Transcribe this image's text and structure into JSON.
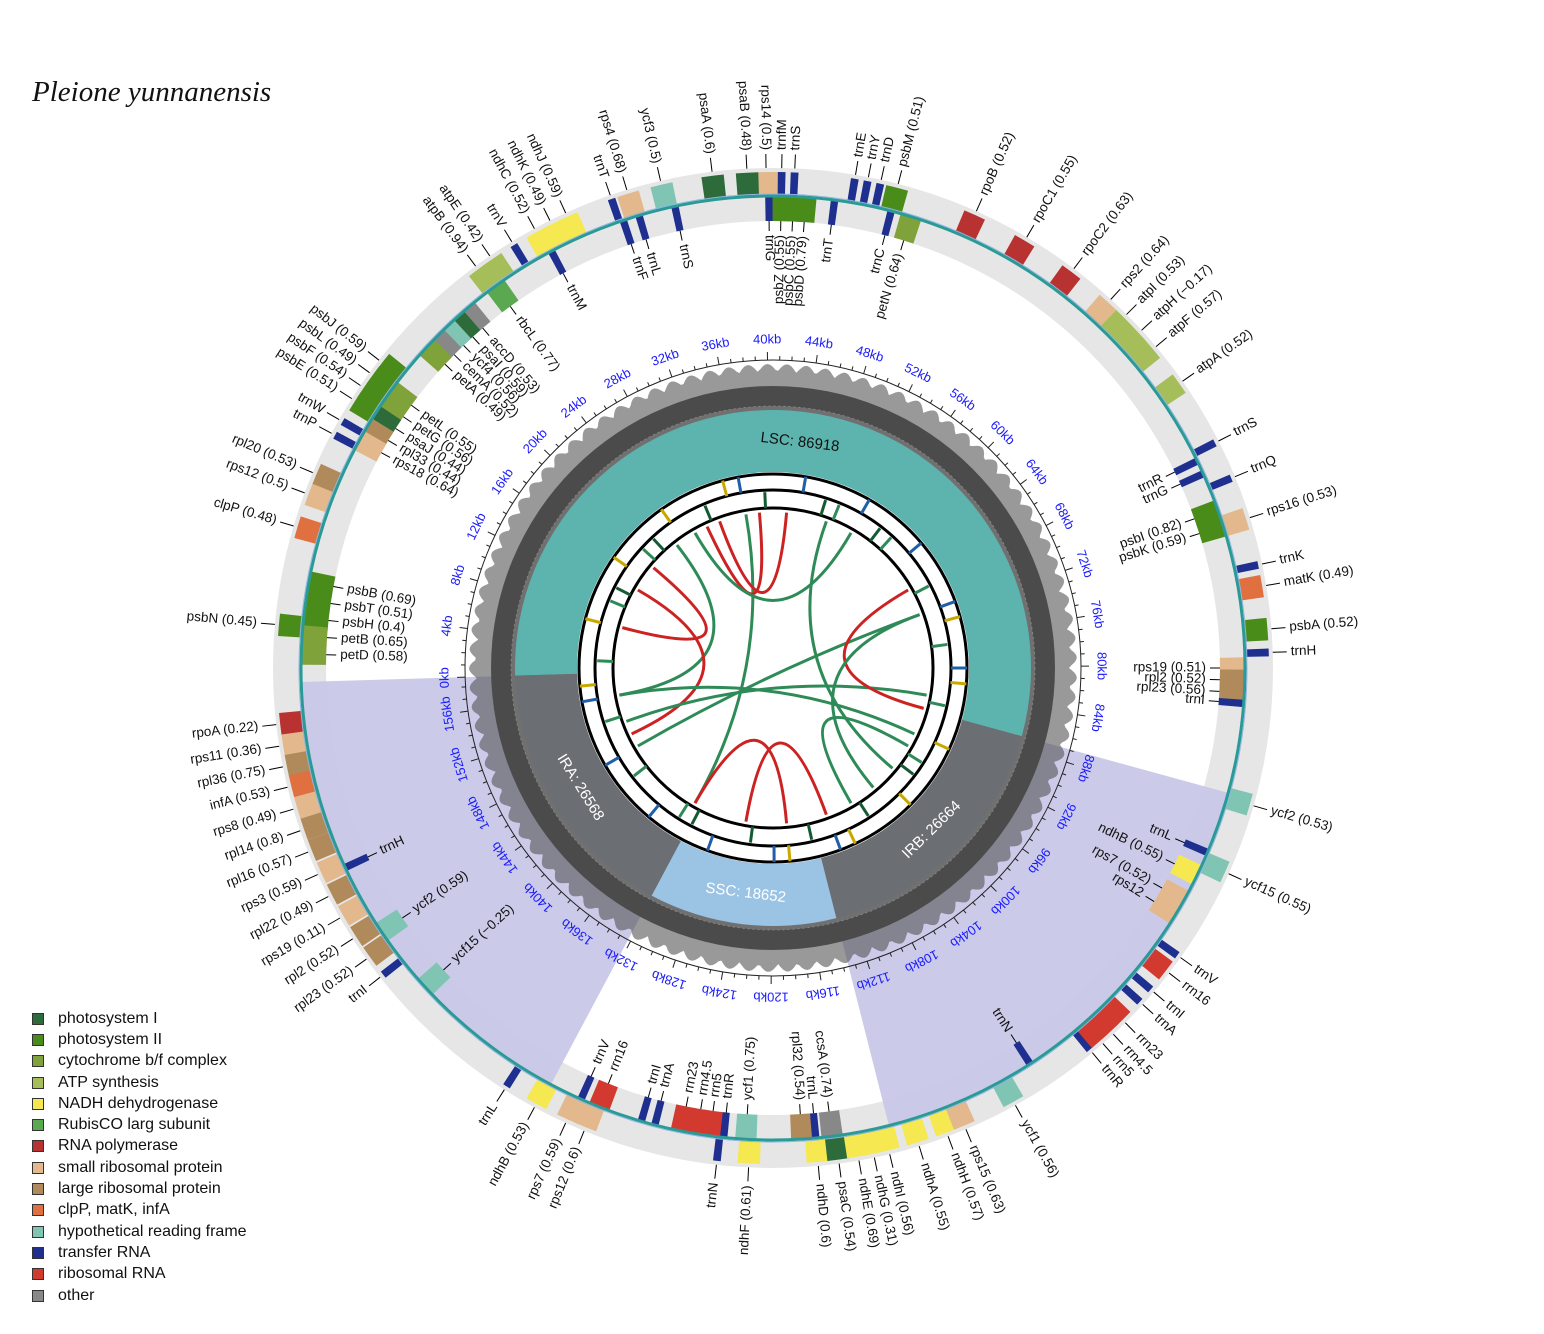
{
  "title": "Pleione yunnanensis",
  "genome_length_bp": 158802,
  "regions": [
    {
      "label": "LSC: 86918",
      "start": 0,
      "end": 86918,
      "color": "#5db3ad"
    },
    {
      "label": "IRB: 26664",
      "start": 86918,
      "end": 113582,
      "color": "#6b6f73"
    },
    {
      "label": "SSC: 18652",
      "start": 113582,
      "end": 132234,
      "color": "#9bc3e3"
    },
    {
      "label": "IRA: 26568",
      "start": 132234,
      "end": 158802,
      "color": "#6b6f73"
    }
  ],
  "tick_labels": [
    "0kb",
    "4kb",
    "8kb",
    "12kb",
    "16kb",
    "20kb",
    "24kb",
    "28kb",
    "32kb",
    "36kb",
    "40kb",
    "44kb",
    "48kb",
    "52kb",
    "56kb",
    "60kb",
    "64kb",
    "68kb",
    "72kb",
    "76kb",
    "80kb",
    "84kb",
    "88kb",
    "92kb",
    "96kb",
    "100kb",
    "104kb",
    "108kb",
    "112kb",
    "116kb",
    "120kb",
    "124kb",
    "128kb",
    "132kb",
    "136kb",
    "140kb",
    "144kb",
    "148kb",
    "152kb",
    "156kb"
  ],
  "legend": [
    {
      "label": "photosystem I",
      "color": "#2d6b3a"
    },
    {
      "label": "photosystem II",
      "color": "#4a8c1a"
    },
    {
      "label": "cytochrome b/f complex",
      "color": "#7fa33a"
    },
    {
      "label": "ATP synthesis",
      "color": "#a6be5a"
    },
    {
      "label": "NADH dehydrogenase",
      "color": "#f5e850"
    },
    {
      "label": "RubisCO larg subunit",
      "color": "#5aa850"
    },
    {
      "label": "RNA polymerase",
      "color": "#b83232"
    },
    {
      "label": "small ribosomal protein",
      "color": "#e3b88d"
    },
    {
      "label": "large ribosomal protein",
      "color": "#b08a5a"
    },
    {
      "label": "clpP, matK, infA",
      "color": "#e07040"
    },
    {
      "label": "hypothetical reading frame",
      "color": "#80c4b4"
    },
    {
      "label": "transfer RNA",
      "color": "#1f2f8f"
    },
    {
      "label": "ribosomal RNA",
      "color": "#d23a30"
    },
    {
      "label": "other",
      "color": "#888888"
    }
  ],
  "gene_labels": [
    {
      "text": "rps19 (0.51)",
      "angle": 0,
      "side": "in"
    },
    {
      "text": "rpl2 (0.52)",
      "angle": 1.5,
      "side": "in"
    },
    {
      "text": "rpl23 (0.56)",
      "angle": 3,
      "side": "in"
    },
    {
      "text": "trnI",
      "angle": 4.3,
      "side": "in"
    },
    {
      "text": "trnH",
      "angle": -1.8,
      "side": "out"
    },
    {
      "text": "psbA (0.52)",
      "angle": -4.5,
      "side": "out"
    },
    {
      "text": "matK (0.49)",
      "angle": -9.5,
      "side": "out"
    },
    {
      "text": "trnK",
      "angle": -12,
      "side": "out"
    },
    {
      "text": "rps16 (0.53)",
      "angle": -17.5,
      "side": "out"
    },
    {
      "text": "trnQ",
      "angle": -22.5,
      "side": "out"
    },
    {
      "text": "trnS",
      "angle": -27,
      "side": "out"
    },
    {
      "text": "psbK (0.59)",
      "angle": -17.5,
      "side": "in"
    },
    {
      "text": "psbI (0.82)",
      "angle": -19.5,
      "side": "in"
    },
    {
      "text": "trnG",
      "angle": -24.3,
      "side": "in"
    },
    {
      "text": "trnR",
      "angle": -26,
      "side": "in"
    },
    {
      "text": "atpA (0.52)",
      "angle": -35,
      "side": "out"
    },
    {
      "text": "atpF (0.57)",
      "angle": -40,
      "side": "out"
    },
    {
      "text": "atpH (−0.17)",
      "angle": -42.5,
      "side": "out"
    },
    {
      "text": "atpI (0.53)",
      "angle": -45,
      "side": "out"
    },
    {
      "text": "rps2 (0.64)",
      "angle": -47.5,
      "side": "out"
    },
    {
      "text": "rpoC2 (0.63)",
      "angle": -53,
      "side": "out"
    },
    {
      "text": "rpoC1 (0.55)",
      "angle": -59.5,
      "side": "out"
    },
    {
      "text": "rpoB (0.52)",
      "angle": -66,
      "side": "out"
    },
    {
      "text": "psbM (0.51)",
      "angle": -75.5,
      "side": "out"
    },
    {
      "text": "trnD",
      "angle": -77.5,
      "side": "out"
    },
    {
      "text": "trnY",
      "angle": -79,
      "side": "out"
    },
    {
      "text": "trnE",
      "angle": -80.5,
      "side": "out"
    },
    {
      "text": "trnC",
      "angle": -75.5,
      "side": "in"
    },
    {
      "text": "petN (0.64)",
      "angle": -73,
      "side": "in"
    },
    {
      "text": "trnT",
      "angle": -82.5,
      "side": "in"
    },
    {
      "text": "psbD (0.79)",
      "angle": -86,
      "side": "in"
    },
    {
      "text": "psbC (0.55)",
      "angle": -87.5,
      "side": "in"
    },
    {
      "text": "psbZ (0.55)",
      "angle": -89,
      "side": "in"
    },
    {
      "text": "trnG",
      "angle": -90.5,
      "side": "in"
    },
    {
      "text": "trnS",
      "angle": -87.5,
      "side": "out"
    },
    {
      "text": "trnfM",
      "angle": -89,
      "side": "out"
    },
    {
      "text": "rps14 (0.5)",
      "angle": -90.8,
      "side": "out"
    },
    {
      "text": "psaB (0.48)",
      "angle": -93,
      "side": "out"
    },
    {
      "text": "psaA (0.6)",
      "angle": -97,
      "side": "out"
    },
    {
      "text": "ycf3 (0.5)",
      "angle": -103,
      "side": "out"
    },
    {
      "text": "rps4 (0.68)",
      "angle": -107,
      "side": "out"
    },
    {
      "text": "trnT",
      "angle": -109,
      "side": "out"
    },
    {
      "text": "trnS",
      "angle": -102,
      "side": "in"
    },
    {
      "text": "trnL",
      "angle": -106.5,
      "side": "in"
    },
    {
      "text": "trnF",
      "angle": -108.5,
      "side": "in"
    },
    {
      "text": "ndhJ (0.59)",
      "angle": -114.5,
      "side": "out"
    },
    {
      "text": "ndhK (0.49)",
      "angle": -116.5,
      "side": "out"
    },
    {
      "text": "ndhC (0.52)",
      "angle": -118.5,
      "side": "out"
    },
    {
      "text": "trnV",
      "angle": -121.5,
      "side": "out"
    },
    {
      "text": "atpE (0.42)",
      "angle": -124.5,
      "side": "out"
    },
    {
      "text": "atpB (0.94)",
      "angle": -126.5,
      "side": "out"
    },
    {
      "text": "trnM",
      "angle": -118,
      "side": "in"
    },
    {
      "text": "rbcL (0.77)",
      "angle": -126,
      "side": "in"
    },
    {
      "text": "accD (0.53)",
      "angle": -130.5,
      "side": "in"
    },
    {
      "text": "psaI (0.59)",
      "angle": -132.2,
      "side": "in"
    },
    {
      "text": "ycf4 (0.56)",
      "angle": -133.8,
      "side": "in"
    },
    {
      "text": "cemA (0.52)",
      "angle": -135.5,
      "side": "in"
    },
    {
      "text": "petA (0.49)",
      "angle": -137.2,
      "side": "in"
    },
    {
      "text": "psbJ (0.59)",
      "angle": -142,
      "side": "out"
    },
    {
      "text": "psbL (0.49)",
      "angle": -143.8,
      "side": "out"
    },
    {
      "text": "psbF (0.54)",
      "angle": -145.6,
      "side": "out"
    },
    {
      "text": "psbE (0.51)",
      "angle": -147.4,
      "side": "out"
    },
    {
      "text": "trnW",
      "angle": -150.2,
      "side": "out"
    },
    {
      "text": "trnP",
      "angle": -152,
      "side": "out"
    },
    {
      "text": "petL (0.55)",
      "angle": -144,
      "side": "in"
    },
    {
      "text": "petG (0.56)",
      "angle": -145.8,
      "side": "in"
    },
    {
      "text": "psaJ (0.44)",
      "angle": -147.6,
      "side": "in"
    },
    {
      "text": "rpl33 (0.44)",
      "angle": -149.4,
      "side": "in"
    },
    {
      "text": "rps18 (0.64)",
      "angle": -151.2,
      "side": "in"
    },
    {
      "text": "rpl20 (0.53)",
      "angle": -157,
      "side": "out"
    },
    {
      "text": "rps12 (0.5)",
      "angle": -159.5,
      "side": "out"
    },
    {
      "text": "clpP (0.48)",
      "angle": -163.5,
      "side": "out"
    },
    {
      "text": "psbN (0.45)",
      "angle": -175,
      "side": "out"
    },
    {
      "text": "psbB (0.69)",
      "angle": -169.5,
      "side": "in"
    },
    {
      "text": "psbT (0.51)",
      "angle": -171.7,
      "side": "in"
    },
    {
      "text": "psbH (0.4)",
      "angle": -173.9,
      "side": "in"
    },
    {
      "text": "petB (0.65)",
      "angle": -176.1,
      "side": "in"
    },
    {
      "text": "petD (0.58)",
      "angle": -178.3,
      "side": "in"
    },
    {
      "text": "rpoA (0.22)",
      "angle": 173.5,
      "side": "out"
    },
    {
      "text": "rps11 (0.36)",
      "angle": 171,
      "side": "out"
    },
    {
      "text": "rpl36 (0.75)",
      "angle": 168.6,
      "side": "out"
    },
    {
      "text": "infA (0.53)",
      "angle": 166.2,
      "side": "out"
    },
    {
      "text": "rps8 (0.49)",
      "angle": 163.6,
      "side": "out"
    },
    {
      "text": "rpl14 (0.8)",
      "angle": 161,
      "side": "out"
    },
    {
      "text": "rpl16 (0.57)",
      "angle": 158.4,
      "side": "out"
    },
    {
      "text": "rps3 (0.59)",
      "angle": 155.6,
      "side": "out"
    },
    {
      "text": "rpl22 (0.49)",
      "angle": 152.8,
      "side": "out"
    },
    {
      "text": "rps19 (0.11)",
      "angle": 150,
      "side": "out"
    },
    {
      "text": "rpl2 (0.52)",
      "angle": 147.2,
      "side": "out"
    },
    {
      "text": "rpl23 (0.52)",
      "angle": 144.4,
      "side": "out"
    },
    {
      "text": "trnI",
      "angle": 141.8,
      "side": "out"
    },
    {
      "text": "trnH",
      "angle": 155,
      "side": "in"
    },
    {
      "text": "ycf2 (0.59)",
      "angle": 146,
      "side": "in"
    },
    {
      "text": "ycf15 (−0.25)",
      "angle": 137.5,
      "side": "in"
    },
    {
      "text": "trnL",
      "angle": 122.5,
      "side": "out"
    },
    {
      "text": "ndhB (0.53)",
      "angle": 118.5,
      "side": "out"
    },
    {
      "text": "rps7 (0.59)",
      "angle": 114.5,
      "side": "out"
    },
    {
      "text": "rps12 (0.6)",
      "angle": 112.2,
      "side": "out"
    },
    {
      "text": "trnV",
      "angle": 114,
      "side": "in"
    },
    {
      "text": "rrn16",
      "angle": 111.6,
      "side": "in"
    },
    {
      "text": "trnI",
      "angle": 106.2,
      "side": "in"
    },
    {
      "text": "trnA",
      "angle": 104.5,
      "side": "in"
    },
    {
      "text": "rrn23",
      "angle": 101.2,
      "side": "in"
    },
    {
      "text": "rrn4.5",
      "angle": 99.3,
      "side": "in"
    },
    {
      "text": "rrn5",
      "angle": 97.7,
      "side": "in"
    },
    {
      "text": "trnR",
      "angle": 96,
      "side": "in"
    },
    {
      "text": "ycf1 (0.75)",
      "angle": 93.3,
      "side": "in"
    },
    {
      "text": "trnN",
      "angle": 96.5,
      "side": "out"
    },
    {
      "text": "ndhF (0.61)",
      "angle": 92.8,
      "side": "out"
    },
    {
      "text": "rpl32 (0.54)",
      "angle": 86.5,
      "side": "in"
    },
    {
      "text": "trnL",
      "angle": 84.8,
      "side": "in"
    },
    {
      "text": "ccsA (0.74)",
      "angle": 82.8,
      "side": "in"
    },
    {
      "text": "ndhD (0.6)",
      "angle": 84.8,
      "side": "out"
    },
    {
      "text": "psaC (0.54)",
      "angle": 82.4,
      "side": "out"
    },
    {
      "text": "ndhE (0.69)",
      "angle": 80.1,
      "side": "out"
    },
    {
      "text": "ndhG (0.31)",
      "angle": 78.3,
      "side": "out"
    },
    {
      "text": "ndhI (0.56)",
      "angle": 76.5,
      "side": "out"
    },
    {
      "text": "ndhA (0.55)",
      "angle": 73,
      "side": "out"
    },
    {
      "text": "ndhH (0.57)",
      "angle": 69.5,
      "side": "out"
    },
    {
      "text": "rps15 (0.63)",
      "angle": 67.3,
      "side": "out"
    },
    {
      "text": "ycf1 (0.56)",
      "angle": 61,
      "side": "out"
    },
    {
      "text": "trnN",
      "angle": 57,
      "side": "in"
    },
    {
      "text": "trnR",
      "angle": 50.3,
      "side": "out"
    },
    {
      "text": "rrn5",
      "angle": 48.7,
      "side": "out"
    },
    {
      "text": "rrn4.5",
      "angle": 47.1,
      "side": "out"
    },
    {
      "text": "rrn23",
      "angle": 45.2,
      "side": "out"
    },
    {
      "text": "trnA",
      "angle": 42.3,
      "side": "out"
    },
    {
      "text": "trnI",
      "angle": 40.4,
      "side": "out"
    },
    {
      "text": "rrn16",
      "angle": 37.6,
      "side": "out"
    },
    {
      "text": "trnV",
      "angle": 35.4,
      "side": "out"
    },
    {
      "text": "rps12",
      "angle": 31.5,
      "side": "in"
    },
    {
      "text": "rps7 (0.52)",
      "angle": 29.5,
      "side": "in"
    },
    {
      "text": "ndhB (0.55)",
      "angle": 26,
      "side": "in"
    },
    {
      "text": "trnL",
      "angle": 23,
      "side": "in"
    },
    {
      "text": "ycf15 (0.55)",
      "angle": 24.3,
      "side": "out"
    },
    {
      "text": "ycf2 (0.53)",
      "angle": 16,
      "side": "out"
    }
  ]
}
